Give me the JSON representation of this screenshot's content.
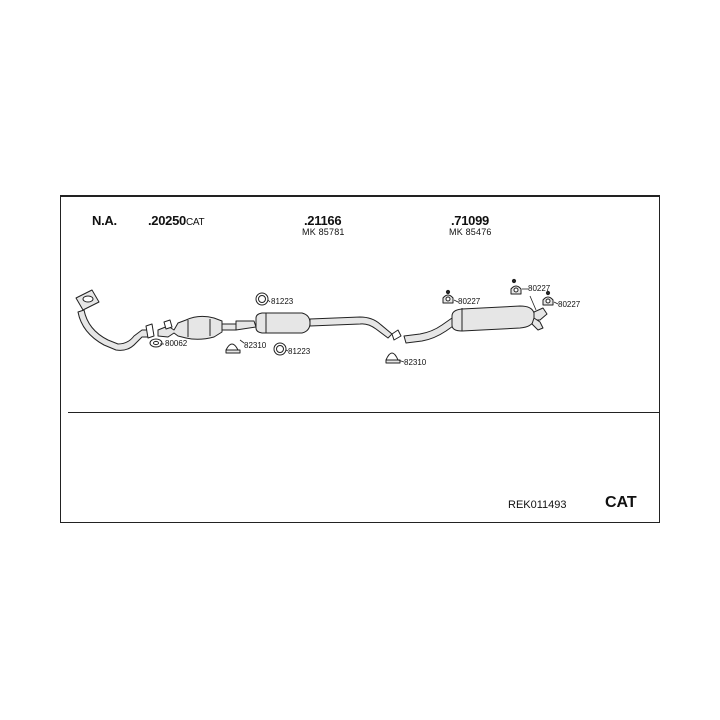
{
  "header": {
    "variant": "N.A.",
    "parts": [
      {
        "number": ".20250",
        "suffix": "CAT",
        "mk": ""
      },
      {
        "number": ".21166",
        "suffix": "",
        "mk": "MK 85781"
      },
      {
        "number": ".71099",
        "suffix": "",
        "mk": "MK 85476"
      }
    ]
  },
  "callouts": [
    "80062",
    "81223",
    "82310",
    "81223",
    "82310",
    "80227",
    "80227",
    "80227"
  ],
  "footer": {
    "reference": "REK011493",
    "system": "CAT"
  },
  "colors": {
    "line": "#222222",
    "fill": "#e6e6e6",
    "background": "#ffffff"
  }
}
